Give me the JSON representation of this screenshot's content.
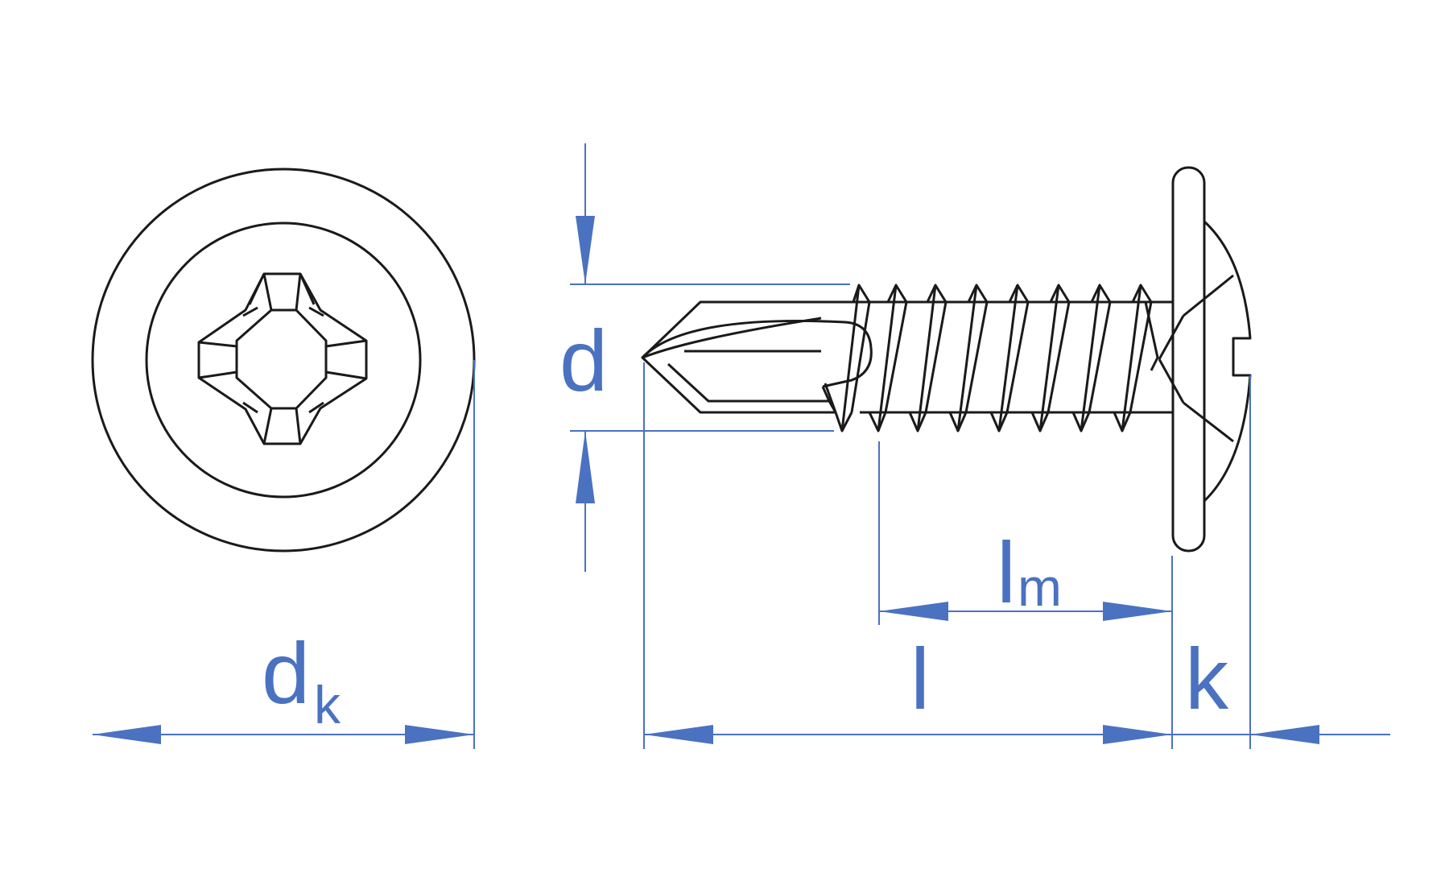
{
  "diagram": {
    "labels": {
      "d": "d",
      "dk_main": "d",
      "dk_sub": "k",
      "lm_main": "l",
      "lm_sub": "m",
      "l": "l",
      "k": "k"
    },
    "colors": {
      "dimension": "#4a72c0",
      "outline": "#1a1a1a",
      "background": "#ffffff"
    }
  }
}
